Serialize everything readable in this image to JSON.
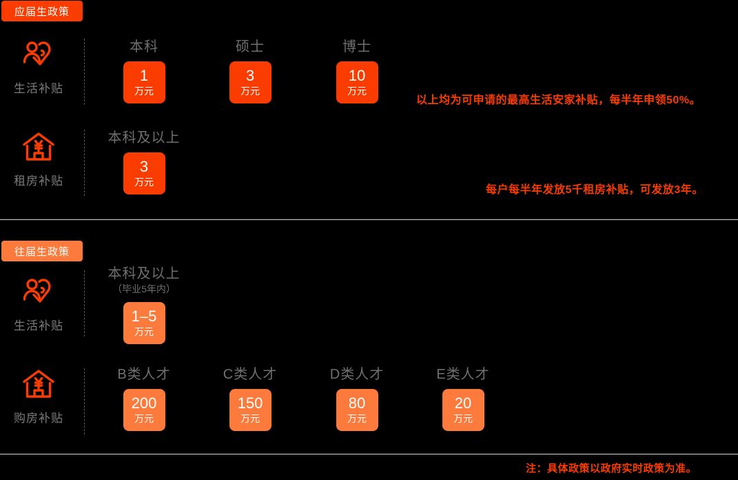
{
  "theme": {
    "background": "#000000",
    "accent_strong": "#FA3C00",
    "accent_light": "#FB7A3C",
    "label_gray": "#6f6f6f",
    "rule": "#d8d8d8"
  },
  "sections": [
    {
      "badge": "应届生政策",
      "rows": [
        {
          "icon": "person-heart-icon",
          "caption": "生活补贴",
          "tiles": [
            {
              "label": "本科",
              "sub": "",
              "amount": "1",
              "unit": "万元",
              "style": "red"
            },
            {
              "label": "硕士",
              "sub": "",
              "amount": "3",
              "unit": "万元",
              "style": "red"
            },
            {
              "label": "博士",
              "sub": "",
              "amount": "10",
              "unit": "万元",
              "style": "red"
            }
          ],
          "note": "以上均为可申请的最高生活安家补贴，每半年申领50%。"
        },
        {
          "icon": "house-yuan-icon",
          "caption": "租房补贴",
          "tiles": [
            {
              "label": "本科及以上",
              "sub": "",
              "amount": "3",
              "unit": "万元",
              "style": "red"
            }
          ],
          "note": "每户每半年发放5千租房补贴，可发放3年。"
        }
      ]
    },
    {
      "badge": "往届生政策",
      "rows": [
        {
          "icon": "person-heart-icon",
          "caption": "生活补贴",
          "tiles": [
            {
              "label": "本科及以上",
              "sub": "（毕业5年内）",
              "amount": "1–5",
              "unit": "万元",
              "style": "light"
            }
          ],
          "note": ""
        },
        {
          "icon": "house-yuan-icon",
          "caption": "购房补贴",
          "tiles": [
            {
              "label": "B类人才",
              "sub": "",
              "amount": "200",
              "unit": "万元",
              "style": "light"
            },
            {
              "label": "C类人才",
              "sub": "",
              "amount": "150",
              "unit": "万元",
              "style": "light"
            },
            {
              "label": "D类人才",
              "sub": "",
              "amount": "80",
              "unit": "万元",
              "style": "light"
            },
            {
              "label": "E类人才",
              "sub": "",
              "amount": "20",
              "unit": "万元",
              "style": "light"
            }
          ],
          "note": ""
        }
      ]
    }
  ],
  "footer_note": "注：具体政策以政府实时政策为准。"
}
